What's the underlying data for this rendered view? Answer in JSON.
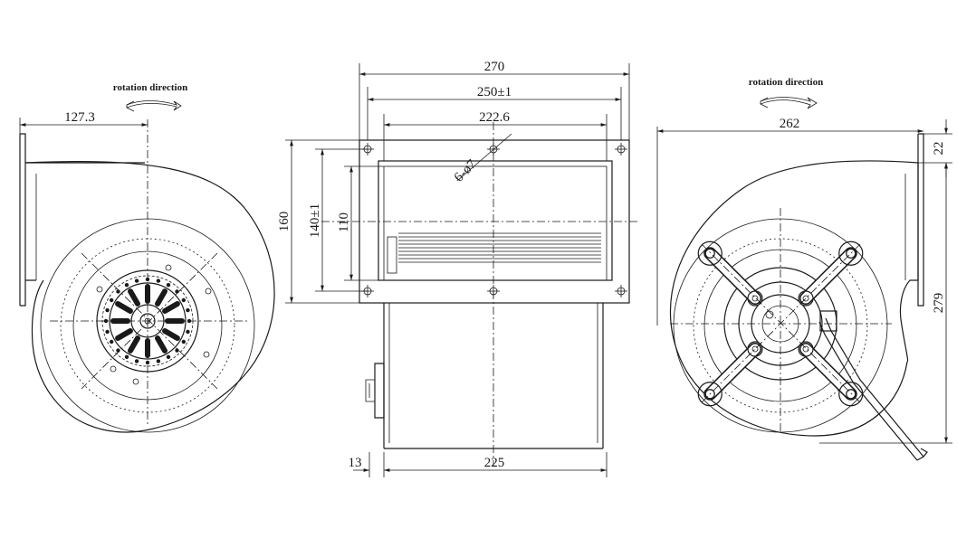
{
  "colors": {
    "ink": "#1a1a1a",
    "background": "#ffffff"
  },
  "left_view": {
    "rotation_label": "rotation direction",
    "dim_width": "127.3"
  },
  "front_view": {
    "dim_overall": "270",
    "dim_flange": "250±1",
    "dim_inner": "222.6",
    "dim_height": "160",
    "dim_hole_spacing": "140±1",
    "dim_outlet": "110",
    "dim_holes": "6-ø7",
    "dim_offset": "13",
    "dim_housing": "225"
  },
  "right_view": {
    "rotation_label": "rotation direction",
    "dim_width": "262",
    "dim_flange": "22",
    "dim_height": "279"
  }
}
